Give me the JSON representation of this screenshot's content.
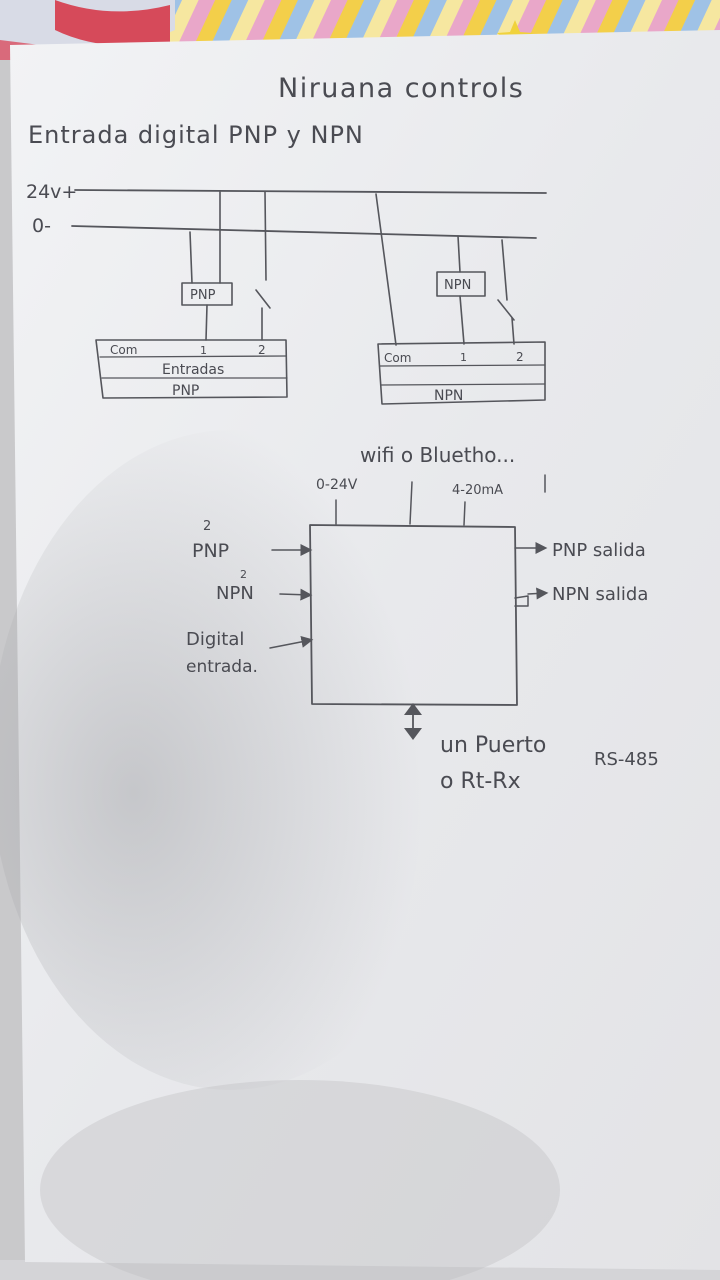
{
  "title": "Niruana controls",
  "subtitle": "Entrada digital PNP y NPN",
  "rails": {
    "positive": "24v+",
    "negative": "0-"
  },
  "left_module": {
    "sensor": "PNP",
    "terminals": [
      "Com",
      "1",
      "2"
    ],
    "row1": "Entradas",
    "row2": "PNP"
  },
  "right_module": {
    "sensor": "NPN",
    "terminals": [
      "Com",
      "1",
      "2"
    ],
    "row2": "NPN"
  },
  "device": {
    "top_note": "wifi o Bluetho...",
    "top_left_label": "0-24V",
    "top_right_label": "4-20mA",
    "inputs": [
      {
        "label": "PNP",
        "count": "2"
      },
      {
        "label": "NPN",
        "count": "2"
      },
      {
        "label": "Digital",
        "label2": "entrada."
      }
    ],
    "outputs": [
      "PNP salida",
      "NPN salida"
    ],
    "port_line1": "un Puerto",
    "port_line2": "o Rt-Rx",
    "port_protocol": "RS-485"
  },
  "colors": {
    "paper": "#e9e9ec",
    "ink": "#55565c",
    "stripe_pink": "#e9a7c9",
    "stripe_yellow": "#f3cf4a",
    "stripe_blue": "#9fc2e6"
  }
}
